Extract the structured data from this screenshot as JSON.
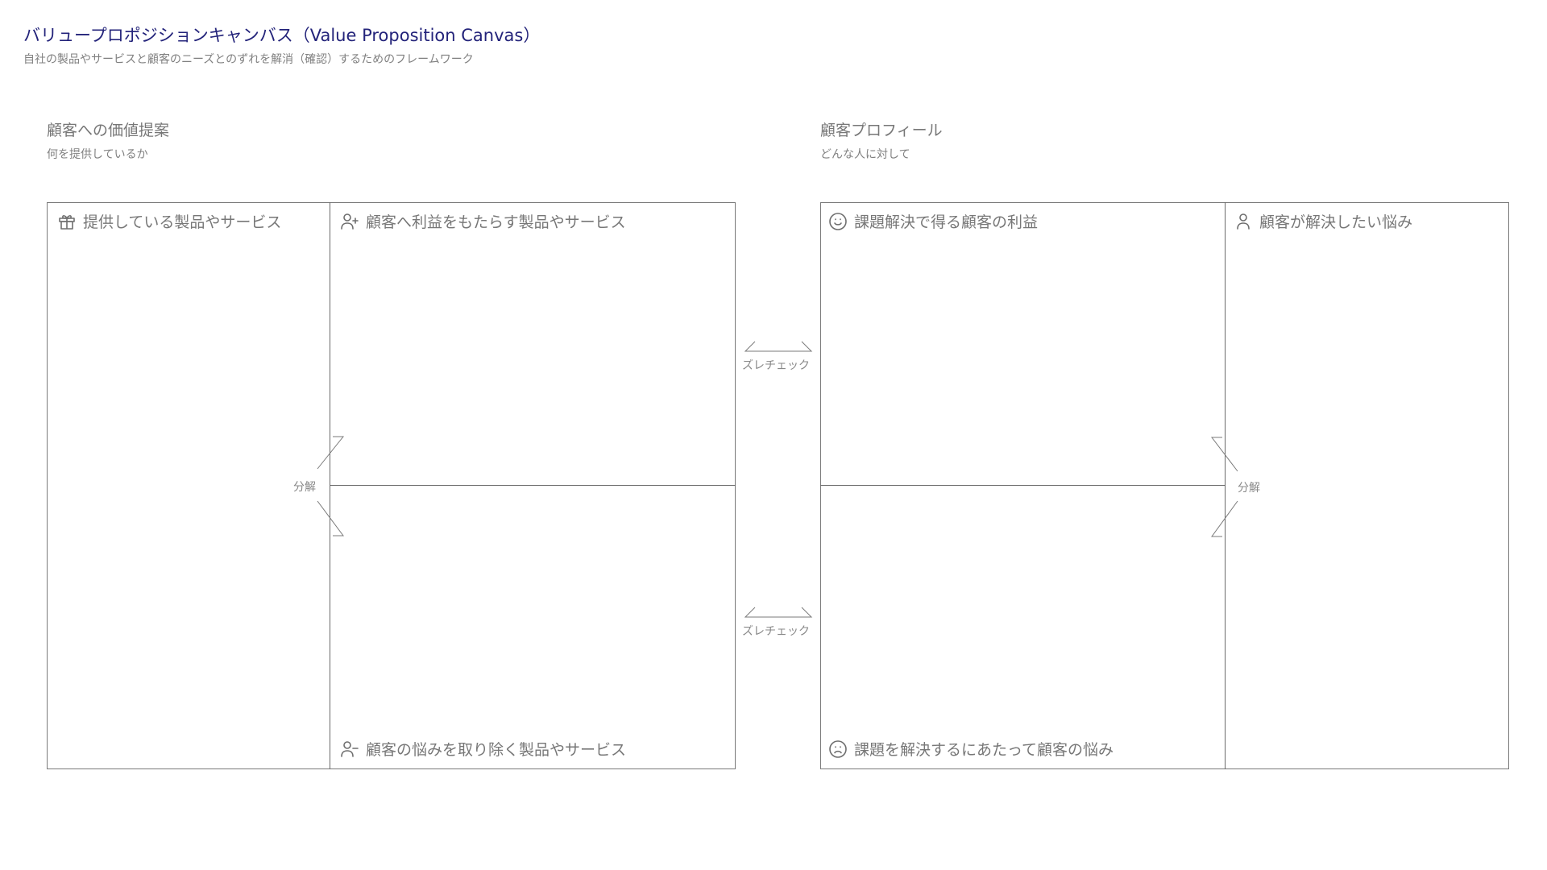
{
  "header": {
    "title": "バリュープロポジションキャンバス（Value Proposition Canvas）",
    "subtitle": "自社の製品やサービスと顧客のニーズとのずれを解消（確認）するためのフレームワーク"
  },
  "value_proposition": {
    "heading": "顧客への価値提案",
    "subheading": "何を提供しているか",
    "cells": {
      "products": {
        "label": "提供している製品やサービス",
        "icon": "gift-icon"
      },
      "gain_creators": {
        "label": "顧客へ利益をもたらす製品やサービス",
        "icon": "user-plus-icon"
      },
      "pain_relievers": {
        "label": "顧客の悩みを取り除く製品やサービス",
        "icon": "user-minus-icon"
      }
    },
    "decompose_label": "分解"
  },
  "customer_profile": {
    "heading": "顧客プロフィール",
    "subheading": "どんな人に対して",
    "cells": {
      "gains": {
        "label": "課題解決で得る顧客の利益",
        "icon": "smile-icon"
      },
      "pains": {
        "label": "課題を解決するにあたって顧客の悩み",
        "icon": "frown-icon"
      },
      "jobs": {
        "label": "顧客が解決したい悩み",
        "icon": "user-icon"
      }
    },
    "decompose_label": "分解"
  },
  "fit_checks": {
    "top_label": "ズレチェック",
    "bottom_label": "ズレチェック"
  },
  "colors": {
    "title": "#23237a",
    "text": "#777777",
    "border": "#7a7a7a"
  }
}
